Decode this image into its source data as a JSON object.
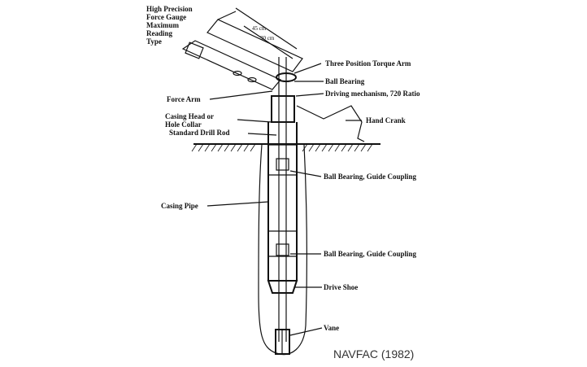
{
  "labels": {
    "gauge_line1": "High Precision",
    "gauge_line2": "Force Gauge",
    "gauge_line3": "Maximum",
    "gauge_line4": "Reading",
    "gauge_line5": "Type",
    "dim_45": "45 cm",
    "dim_30": "30 cm",
    "torque_arm": "Three Position Torque Arm",
    "ball_bearing": "Ball Bearing",
    "driving_mechanism": "Driving mechanism, 720 Ratio",
    "force_arm": "Force Arm",
    "hand_crank": "Hand Crank",
    "casing_head_1": "Casing Head or",
    "casing_head_2": "Hole Collar",
    "drill_rod": "Standard Drill Rod",
    "guide_coupling_1": "Ball Bearing, Guide Coupling",
    "casing_pipe": "Casing Pipe",
    "guide_coupling_2": "Ball Bearing, Guide Coupling",
    "drive_shoe": "Drive Shoe",
    "vane": "Vane"
  },
  "caption": "NAVFAC (1982)",
  "colors": {
    "ink": "#111111",
    "caption": "#333333"
  }
}
